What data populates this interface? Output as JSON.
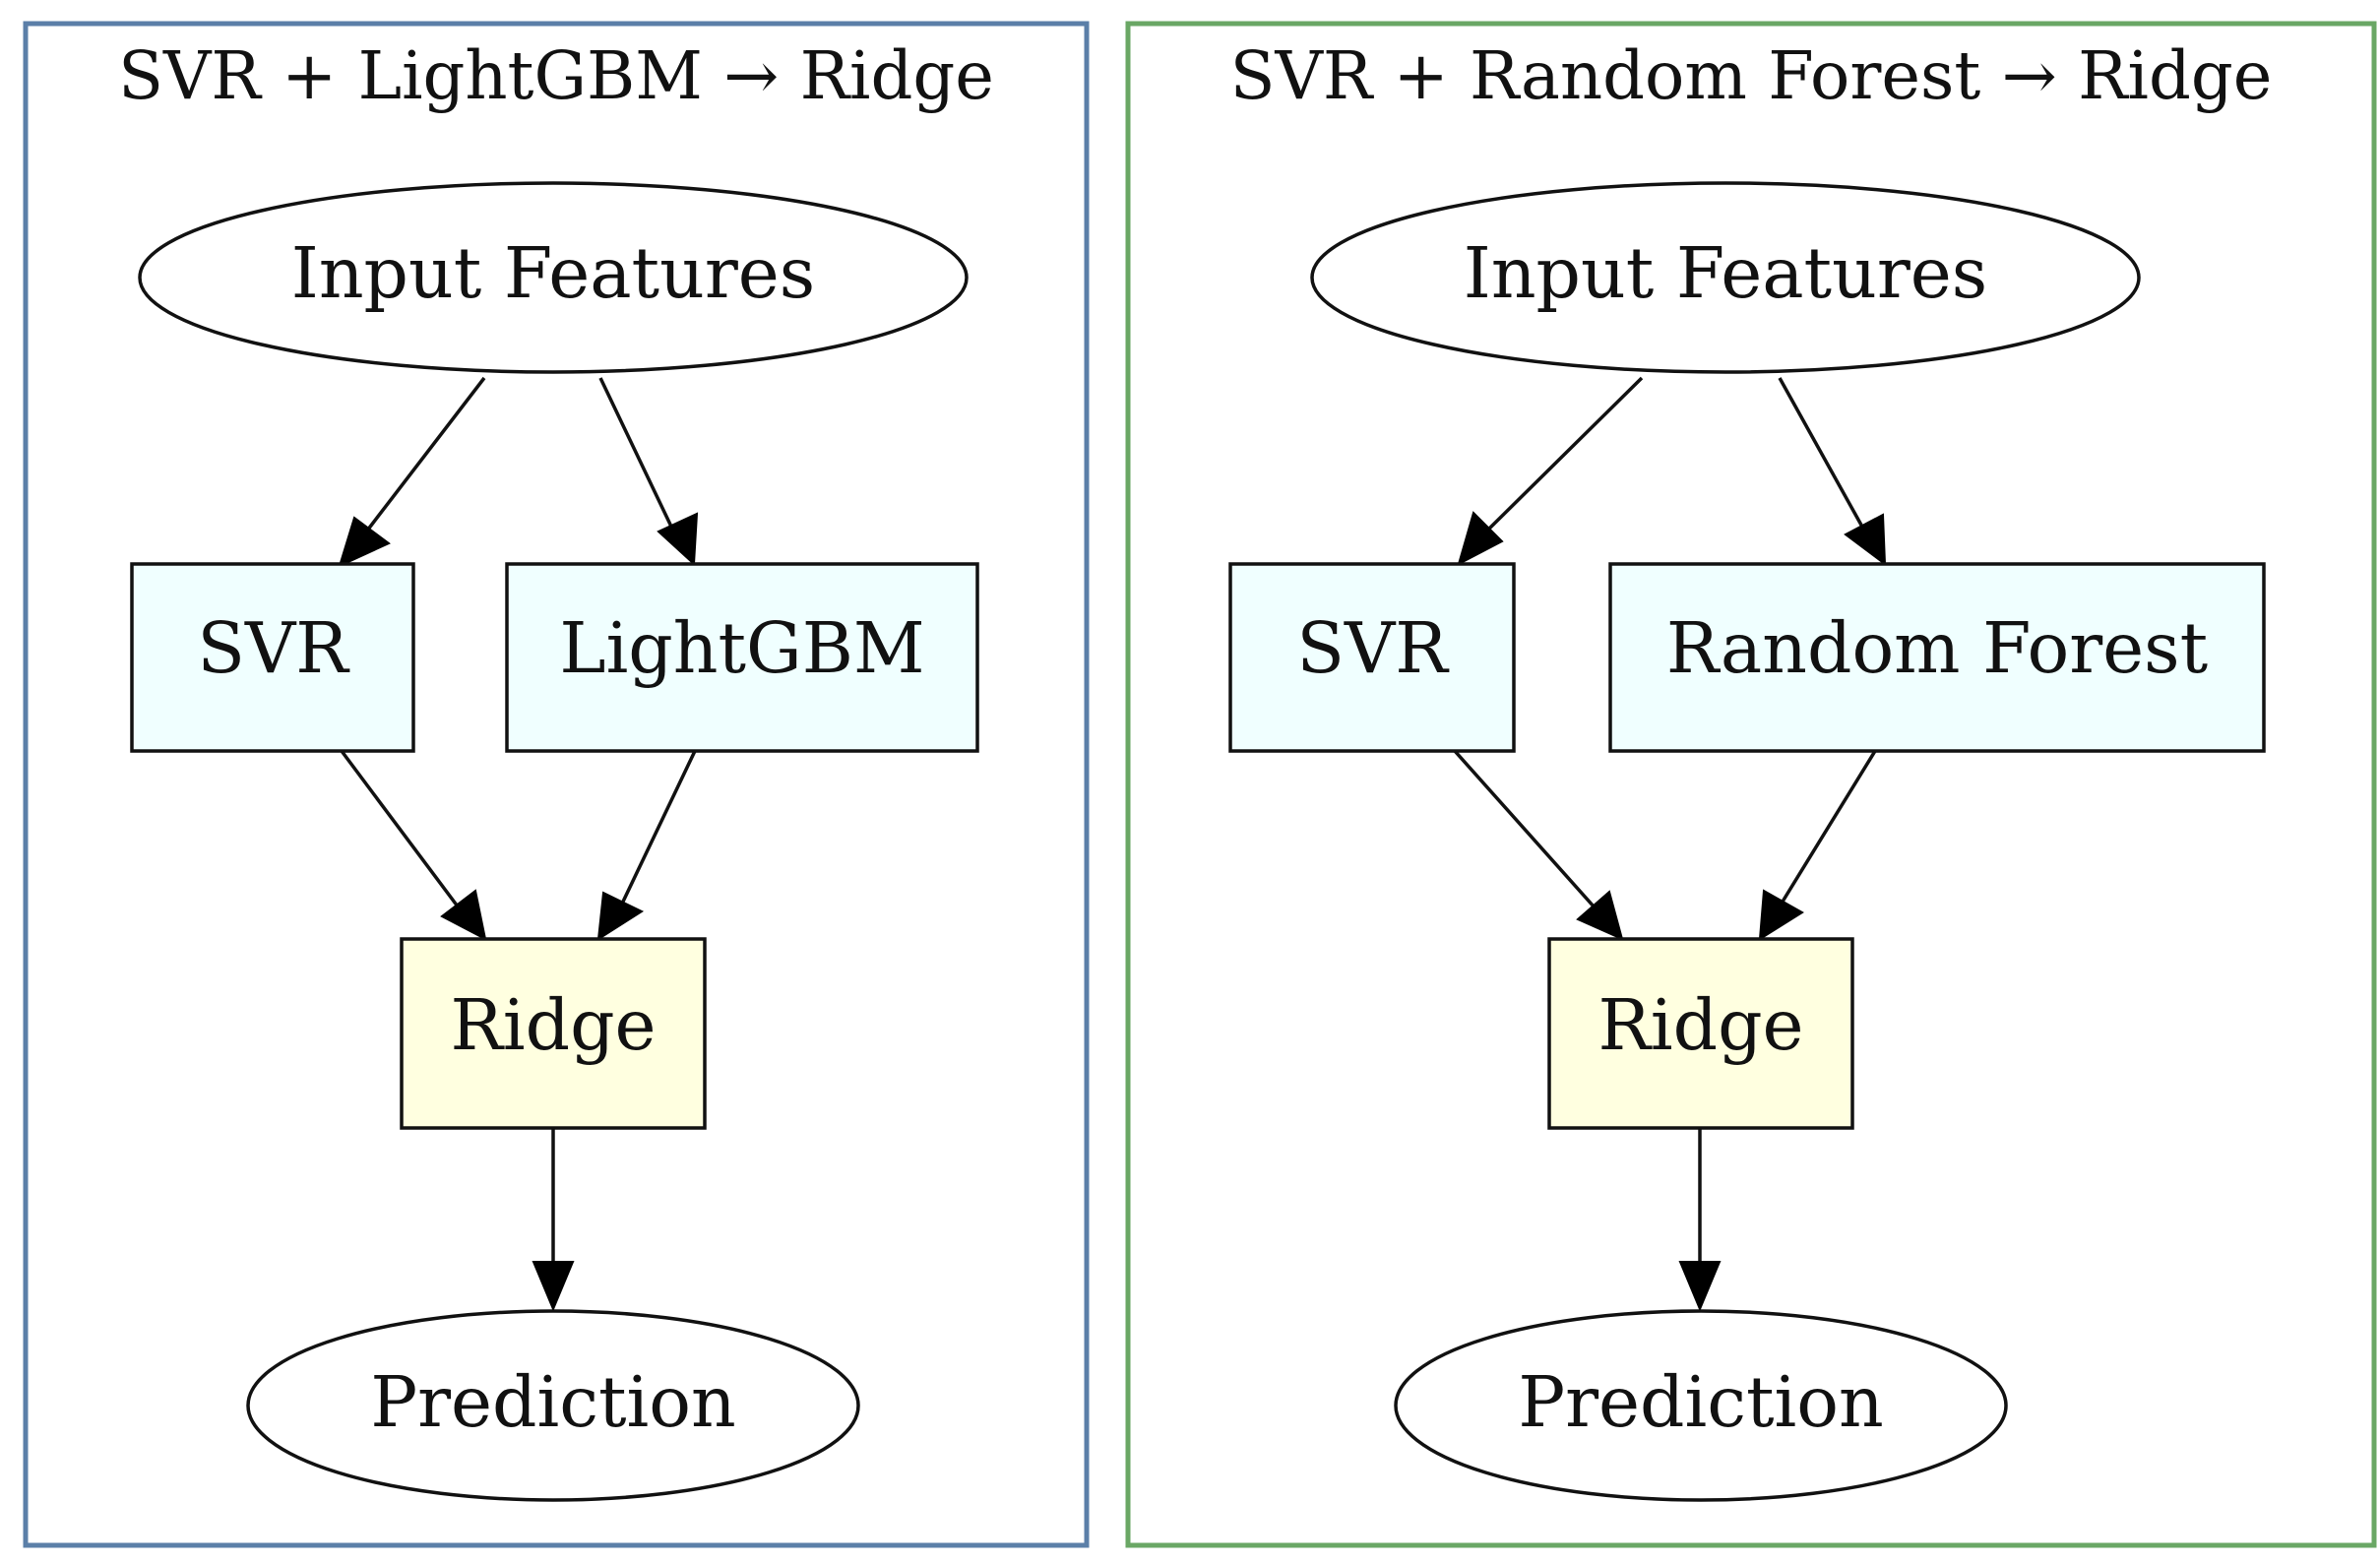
{
  "colors": {
    "left_cluster_border": "#5b7fa8",
    "right_cluster_border": "#6aa765",
    "base_model_fill": "#f0ffff",
    "meta_model_fill": "#ffffe0"
  },
  "clusters": [
    {
      "title": "SVR + LightGBM → Ridge",
      "input_label": "Input Features",
      "base_models": [
        "SVR",
        "LightGBM"
      ],
      "meta_model": "Ridge",
      "output_label": "Prediction"
    },
    {
      "title": "SVR + Random Forest → Ridge",
      "input_label": "Input Features",
      "base_models": [
        "SVR",
        "Random Forest"
      ],
      "meta_model": "Ridge",
      "output_label": "Prediction"
    }
  ]
}
